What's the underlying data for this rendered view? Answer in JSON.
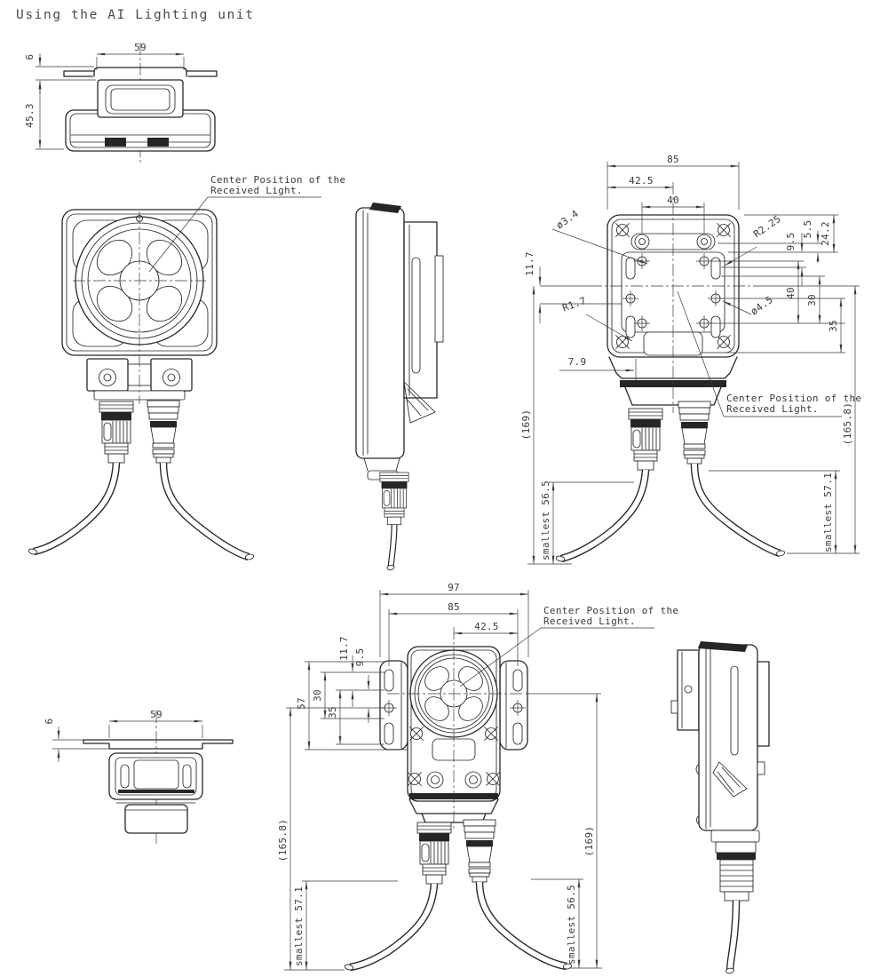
{
  "title": "Using the AI Lighting unit",
  "callout": {
    "line1": "Center Position of the",
    "line2": "Received Light."
  },
  "colors": {
    "line": "#262626",
    "dimension": "#3a3a3a",
    "background": "#ffffff"
  },
  "top_view": {
    "width": "59",
    "flange_offset": "6",
    "height": "45.3"
  },
  "rear_view": {
    "overall_width": "85",
    "center_to_edge": "42.5",
    "hole_pitch_h": "40",
    "hole_diameter": "ø3.4",
    "corner_radius": "R2.25",
    "offset_9_5": "9.5",
    "offset_5_5": "5.5",
    "height_24_2": "24.2",
    "offset_11_7": "11.7",
    "slot_radius": "R1.7",
    "offset_7_9": "7.9",
    "hole_pitch_v": "40",
    "offset_30": "30",
    "offset_35": "35",
    "slot_diameter": "ø4.5",
    "overall_length_left": "(169)",
    "cable_bend_left": "smallest 56.5",
    "overall_length_right": "(165.8)",
    "cable_bend_right": "smallest 57.1"
  },
  "front_bracket_view": {
    "overall_width": "97",
    "slot_span": "85",
    "center_to_slot": "42.5",
    "offset_11_7": "11.7",
    "offset_9_5": "9.5",
    "offset_30": "30",
    "offset_35": "35",
    "bracket_height": "57",
    "overall_length_left": "(165.8)",
    "cable_bend_left": "smallest 57.1",
    "overall_length_right": "(169)",
    "cable_bend_right": "smallest 56.5"
  },
  "bottom_view": {
    "width": "59",
    "flange_offset": "6"
  }
}
